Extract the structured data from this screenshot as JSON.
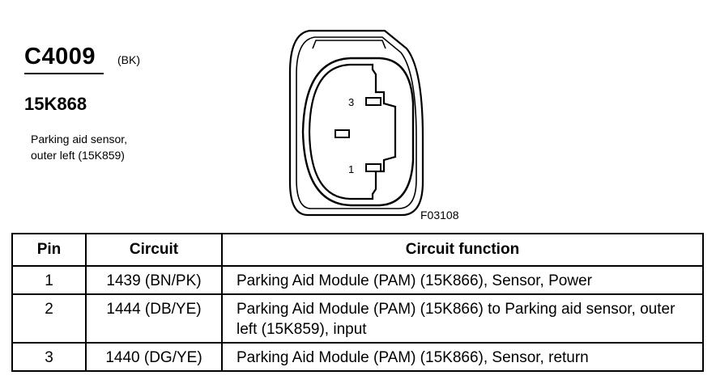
{
  "connector": {
    "id": "C4009",
    "color": "(BK)",
    "part_number": "15K868",
    "description_line1": "Parking aid sensor,",
    "description_line2": "outer left (15K859)"
  },
  "diagram": {
    "pin_labels": [
      "3",
      "1"
    ],
    "figure_code": "F03108"
  },
  "table": {
    "headers": {
      "pin": "Pin",
      "circuit": "Circuit",
      "function": "Circuit function"
    },
    "rows": [
      {
        "pin": "1",
        "circuit": "1439 (BN/PK)",
        "function": "Parking Aid Module (PAM) (15K866), Sensor, Power"
      },
      {
        "pin": "2",
        "circuit": "1444 (DB/YE)",
        "function": "Parking Aid Module (PAM) (15K866) to Parking aid sensor, outer left (15K859), input"
      },
      {
        "pin": "3",
        "circuit": "1440 (DG/YE)",
        "function": "Parking Aid Module (PAM) (15K866), Sensor, return"
      }
    ]
  }
}
